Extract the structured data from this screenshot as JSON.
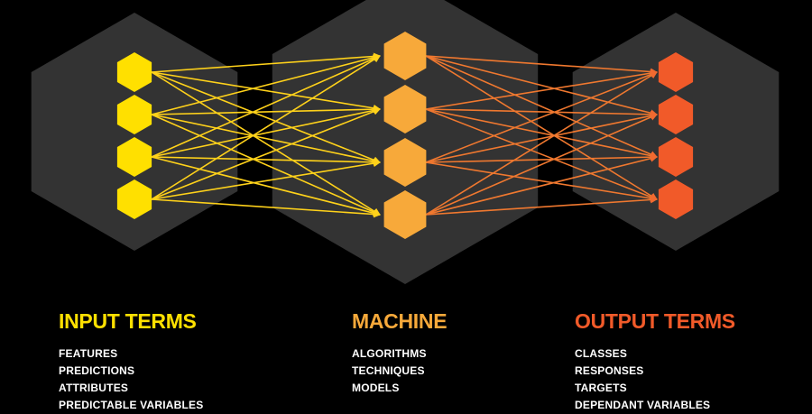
{
  "colors": {
    "input": "#ffe000",
    "machine": "#f7a93a",
    "output": "#f15a29",
    "panel": "#333333"
  },
  "columns": [
    {
      "title": "INPUT TERMS",
      "items": [
        "FEATURES",
        "PREDICTIONS",
        "ATTRIBUTES",
        "PREDICTABLE VARIABLES"
      ]
    },
    {
      "title": "MACHINE",
      "items": [
        "ALGORITHMS",
        "TECHNIQUES",
        "MODELS"
      ]
    },
    {
      "title": "OUTPUT TERMS",
      "items": [
        "CLASSES",
        "RESPONSES",
        "TARGETS",
        "DEPENDANT VARIABLES"
      ]
    }
  ]
}
